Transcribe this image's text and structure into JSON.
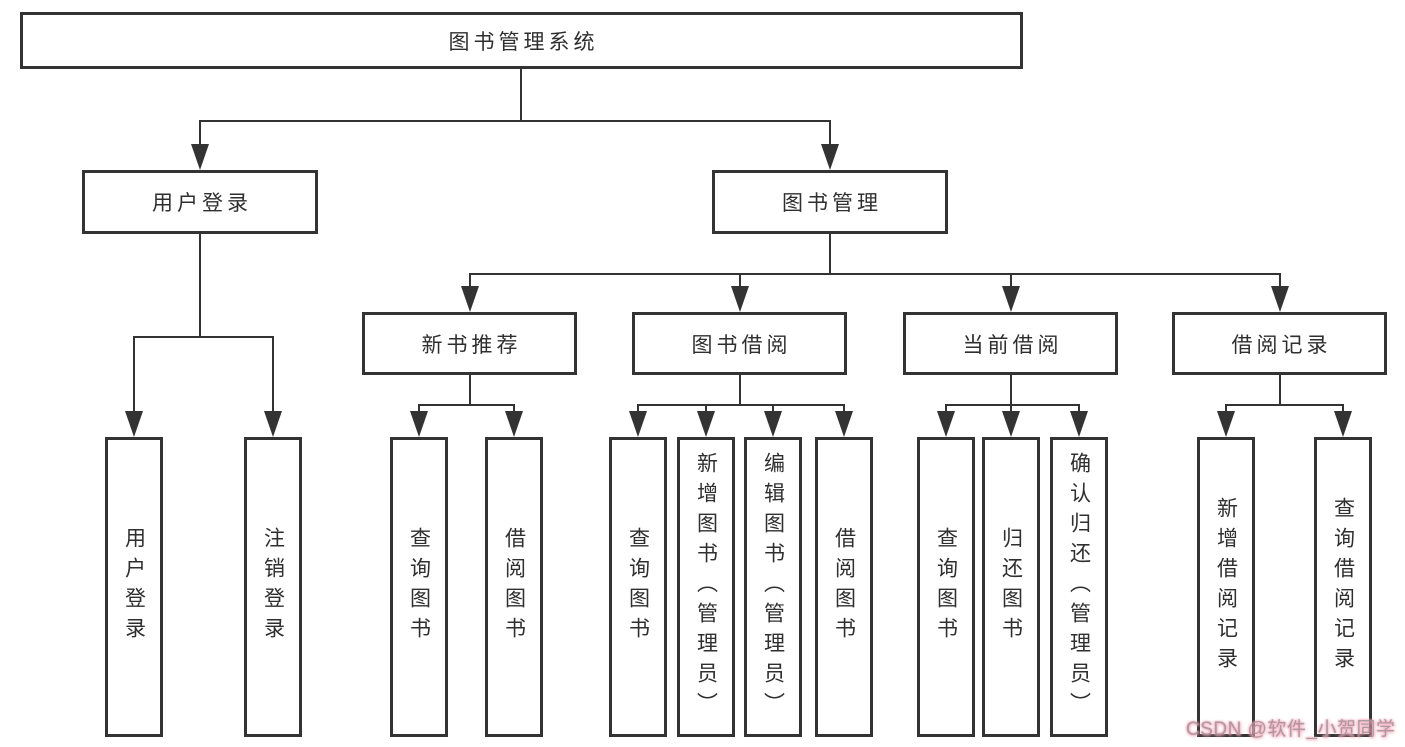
{
  "tree": {
    "root": "图书管理系统",
    "branches": [
      {
        "label": "用户登录",
        "children": [
          "用户登录",
          "注销登录"
        ]
      },
      {
        "label": "图书管理",
        "sections": [
          {
            "label": "新书推荐",
            "children": [
              "查询图书",
              "借阅图书"
            ]
          },
          {
            "label": "图书借阅",
            "children": [
              "查询图书",
              "新增图书（管理员）",
              "编辑图书（管理员）",
              "借阅图书"
            ]
          },
          {
            "label": "当前借阅",
            "children": [
              "查询图书",
              "归还图书",
              "确认归还（管理员）"
            ]
          },
          {
            "label": "借阅记录",
            "children": [
              "新增借阅记录",
              "查询借阅记录"
            ]
          }
        ]
      }
    ]
  },
  "watermark": {
    "text": "CSDN @软件_小贺同学",
    "color": "#f7a2b5"
  },
  "colors": {
    "line": "#333333",
    "text": "#2f2f2f",
    "background": "#ffffff"
  }
}
